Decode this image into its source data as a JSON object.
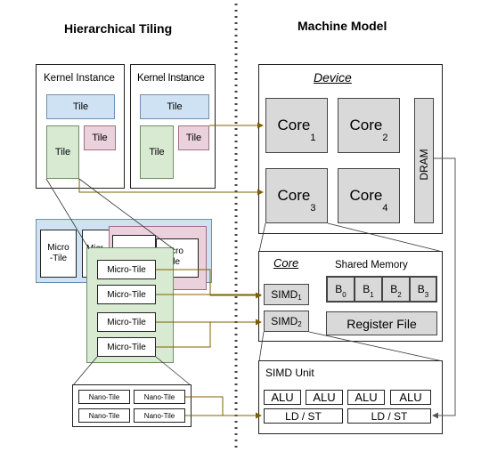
{
  "headings": {
    "left": "Hierarchical Tiling",
    "right": "Machine Model"
  },
  "kernel_instances": [
    {
      "label": "Kernel Instance",
      "tiles": [
        "Tile",
        "Tile",
        "Tile"
      ]
    },
    {
      "label": "Kernel Instance",
      "tiles": [
        "Tile",
        "Tile",
        "Tile"
      ]
    }
  ],
  "micro_tile_group": {
    "left_tile": "Micro\n-Tile",
    "partial_a": "Micr",
    "partial_b": "cro\nile",
    "stack": [
      "Micro-Tile",
      "Micro-Tile",
      "Micro-Tile",
      "Micro-Tile"
    ]
  },
  "nano_tiles": [
    "Nano-Tile",
    "Nano-Tile",
    "Nano-Tile",
    "Nano-Tile"
  ],
  "device": {
    "title": "Device",
    "cores": [
      {
        "name": "Core",
        "sub": "1"
      },
      {
        "name": "Core",
        "sub": "2"
      },
      {
        "name": "Core",
        "sub": "3"
      },
      {
        "name": "Core",
        "sub": "4"
      }
    ],
    "dram": "DRAM"
  },
  "core": {
    "title": "Core",
    "simd": [
      {
        "name": "SIMD",
        "sub": "1"
      },
      {
        "name": "SIMD",
        "sub": "2"
      }
    ],
    "shared_memory": "Shared Memory",
    "banks": [
      {
        "name": "B",
        "sub": "0"
      },
      {
        "name": "B",
        "sub": "1"
      },
      {
        "name": "B",
        "sub": "2"
      },
      {
        "name": "B",
        "sub": "3"
      }
    ],
    "register_file": "Register File"
  },
  "simd_unit": {
    "title": "SIMD Unit",
    "alus": [
      "ALU",
      "ALU",
      "ALU",
      "ALU"
    ],
    "ldst": [
      "LD / ST",
      "LD / ST"
    ]
  },
  "colors": {
    "tile_blue": "#cfe2f3",
    "tile_green": "#d9ead3",
    "tile_pink": "#ead1dc",
    "gray_box": "#d9d9d9",
    "arrow": "#7f6000"
  }
}
